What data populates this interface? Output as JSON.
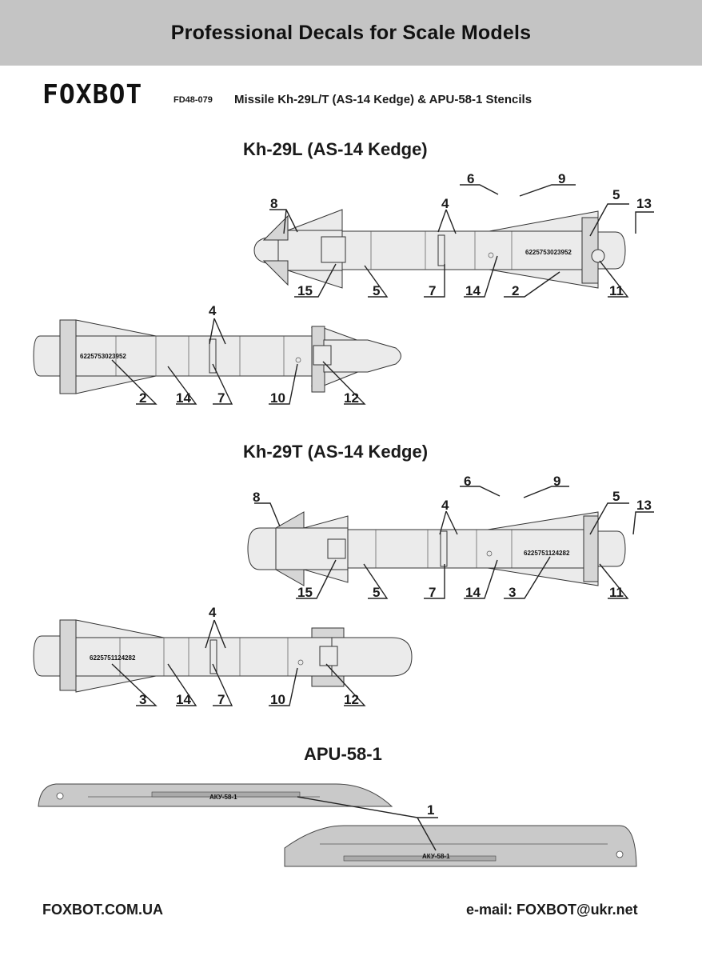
{
  "header": {
    "banner_title": "Professional Decals for Scale Models"
  },
  "brand": {
    "logo": "FOXBOT",
    "code": "FD48-079",
    "subtitle": "Missile Kh-29L/T (AS-14 Kedge) & APU-58-1 Stencils"
  },
  "sections": {
    "kh29l": {
      "title": "Kh-29L (AS-14 Kedge)",
      "serial": "6225753023952",
      "callouts_top": [
        "6",
        "9",
        "8",
        "4",
        "5",
        "13",
        "15",
        "5",
        "7",
        "14",
        "2",
        "11"
      ],
      "callouts_bottom": [
        "4",
        "2",
        "14",
        "7",
        "10",
        "12"
      ]
    },
    "kh29t": {
      "title": "Kh-29T (AS-14 Kedge)",
      "serial": "6225751124282",
      "callouts_top": [
        "6",
        "9",
        "8",
        "4",
        "5",
        "13",
        "15",
        "5",
        "7",
        "14",
        "3",
        "11"
      ],
      "callouts_bottom": [
        "4",
        "3",
        "14",
        "7",
        "10",
        "12"
      ]
    },
    "apu": {
      "title": "APU-58-1",
      "label": "АКУ-58-1",
      "callout": "1"
    }
  },
  "footer": {
    "website": "FOXBOT.COM.UA",
    "email": "e-mail: FOXBOT@ukr.net"
  },
  "colors": {
    "banner": "#c4c4c4",
    "missile_body": "#ebebeb",
    "pylon": "#c9c9c9"
  }
}
